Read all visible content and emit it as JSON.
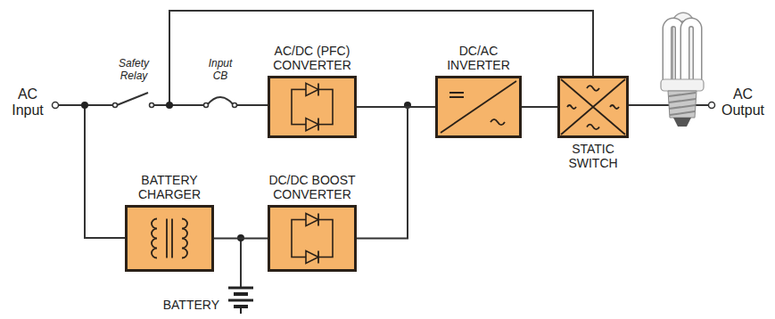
{
  "diagram": {
    "nodes": [
      {
        "text": [
          "AC/DC (PFC) CONVERTER"
        ]
      },
      {
        "text": [
          "DC/AC INVERTER"
        ]
      },
      {
        "text": [
          "STATIC SWITCH"
        ]
      },
      {
        "text": [
          "BATTERY CHARGER"
        ]
      },
      {
        "text": [
          "DC/DC BOOST CONVERTER"
        ]
      }
    ],
    "edges": [
      {
        "from": 0,
        "to": 1,
        "arrow": "none"
      },
      {
        "from": 1,
        "to": 2,
        "arrow": "none"
      },
      {
        "from": 3,
        "to": 4,
        "arrow": "none"
      },
      {
        "from": 4,
        "to": 1,
        "arrow": "none"
      }
    ],
    "labels": [
      "AC Input",
      "Safety Relay",
      "Input CB",
      "BATTERY",
      "AC Output"
    ]
  }
}
